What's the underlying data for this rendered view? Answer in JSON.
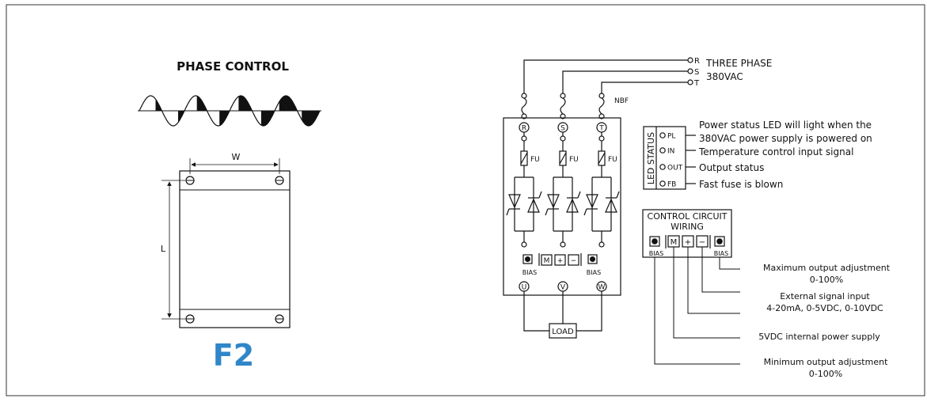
{
  "colors": {
    "accent": "#2f86c8",
    "line": "#111111"
  },
  "left": {
    "title": "PHASE CONTROL",
    "dim_w": "W",
    "dim_l": "L",
    "model": "F2"
  },
  "supply": {
    "terminals": [
      "R",
      "S",
      "T"
    ],
    "label_line1": "THREE PHASE",
    "label_line2": "380VAC",
    "breaker": "NBF"
  },
  "module": {
    "inputs": [
      "R",
      "S",
      "T"
    ],
    "fuse": "FU",
    "bias": "BIAS",
    "ctrl": [
      "M",
      "+",
      "−"
    ],
    "outputs": [
      "U",
      "V",
      "W"
    ],
    "load": "LOAD"
  },
  "led_status": {
    "title": "LED STATUS",
    "items": [
      "PL",
      "IN",
      "OUT",
      "FB"
    ],
    "desc_pl_1": "Power status LED will light when the",
    "desc_pl_2": "380VAC power supply is powered on",
    "desc_in": "Temperature control input signal",
    "desc_out": "Output status",
    "desc_fb": "Fast fuse is blown"
  },
  "control": {
    "title_line1": "CONTROL CIRCUIT",
    "title_line2": "WIRING",
    "terms": [
      "M",
      "+",
      "−"
    ],
    "bias_left": "BIAS",
    "bias_right": "BIAS",
    "max_1": "Maximum output adjustment",
    "max_2": "0-100%",
    "ext_1": "External signal input",
    "ext_2": "4-20mA, 0-5VDC, 0-10VDC",
    "int": "5VDC  internal power supply",
    "min_1": "Minimum output adjustment",
    "min_2": "0-100%"
  }
}
